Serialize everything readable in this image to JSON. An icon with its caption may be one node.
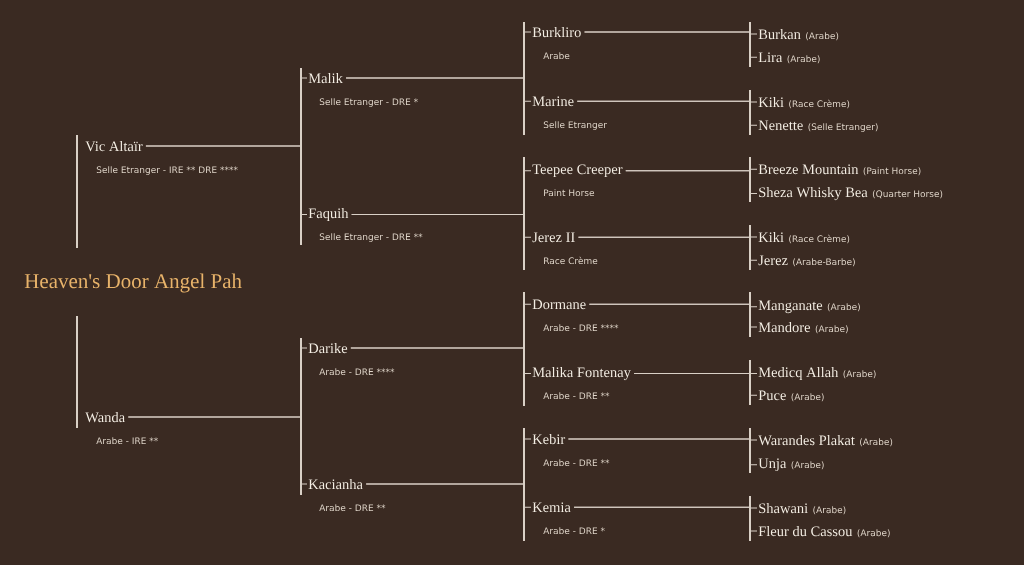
{
  "diagram": {
    "nodes": [
      {
        "text": [
          "Heaven's Door Angel Pah"
        ]
      },
      {
        "text": [
          "Vic Altaïr"
        ],
        "beside": [
          "Selle Etranger - IRE **  DRE ****"
        ]
      },
      {
        "text": [
          "Wanda"
        ],
        "beside": [
          "Arabe - IRE **"
        ]
      },
      {
        "text": [
          "Malik"
        ],
        "beside": [
          "Selle Etranger - DRE *"
        ]
      },
      {
        "text": [
          "Faquih"
        ],
        "beside": [
          "Selle Etranger - DRE **"
        ]
      },
      {
        "text": [
          "Darike"
        ],
        "beside": [
          "Arabe - DRE ****"
        ]
      },
      {
        "text": [
          "Kacianha"
        ],
        "beside": [
          "Arabe - DRE **"
        ]
      },
      {
        "text": [
          "Burkliro"
        ],
        "beside": [
          "Arabe"
        ]
      },
      {
        "text": [
          "Marine"
        ],
        "beside": [
          "Selle Etranger"
        ]
      },
      {
        "text": [
          "Teepee Creeper"
        ],
        "beside": [
          "Paint Horse"
        ]
      },
      {
        "text": [
          "Jerez II"
        ],
        "beside": [
          "Race Crème"
        ]
      },
      {
        "text": [
          "Dormane"
        ],
        "beside": [
          "Arabe - DRE ****"
        ]
      },
      {
        "text": [
          "Malika Fontenay"
        ],
        "beside": [
          "Arabe - DRE **"
        ]
      },
      {
        "text": [
          "Kebir"
        ],
        "beside": [
          "Arabe - DRE **"
        ]
      },
      {
        "text": [
          "Kemia"
        ],
        "beside": [
          "Arabe - DRE *"
        ]
      },
      {
        "text": [
          "Burkan"
        ],
        "beside": [
          "(Arabe)"
        ]
      },
      {
        "text": [
          "Lira"
        ],
        "beside": [
          "(Arabe)"
        ]
      },
      {
        "text": [
          "Kiki"
        ],
        "beside": [
          "(Race Crème)"
        ]
      },
      {
        "text": [
          "Nenette"
        ],
        "beside": [
          "(Selle Etranger)"
        ]
      },
      {
        "text": [
          "Breeze Mountain"
        ],
        "beside": [
          "(Paint Horse)"
        ]
      },
      {
        "text": [
          "Sheza Whisky Bea"
        ],
        "beside": [
          "(Quarter Horse)"
        ]
      },
      {
        "text": [
          "Kiki"
        ],
        "beside": [
          "(Race Crème)"
        ]
      },
      {
        "text": [
          "Jerez"
        ],
        "beside": [
          "(Arabe-Barbe)"
        ]
      },
      {
        "text": [
          "Manganate"
        ],
        "beside": [
          "(Arabe)"
        ]
      },
      {
        "text": [
          "Mandore"
        ],
        "beside": [
          "(Arabe)"
        ]
      },
      {
        "text": [
          "Medicq Allah"
        ],
        "beside": [
          "(Arabe)"
        ]
      },
      {
        "text": [
          "Puce"
        ],
        "beside": [
          "(Arabe)"
        ]
      },
      {
        "text": [
          "Warandes Plakat"
        ],
        "beside": [
          "(Arabe)"
        ]
      },
      {
        "text": [
          "Unja"
        ],
        "beside": [
          "(Arabe)"
        ]
      },
      {
        "text": [
          "Shawani"
        ],
        "beside": [
          "(Arabe)"
        ]
      },
      {
        "text": [
          "Fleur du Cassou"
        ],
        "beside": [
          "(Arabe)"
        ]
      }
    ],
    "edges": [
      {
        "from": 1,
        "to": 3,
        "arrow": "none"
      },
      {
        "from": 1,
        "to": 4,
        "arrow": "none"
      },
      {
        "from": 2,
        "to": 5,
        "arrow": "none"
      },
      {
        "from": 2,
        "to": 6,
        "arrow": "none"
      },
      {
        "from": 3,
        "to": 7,
        "arrow": "none"
      },
      {
        "from": 3,
        "to": 8,
        "arrow": "none"
      },
      {
        "from": 4,
        "to": 9,
        "arrow": "none"
      },
      {
        "from": 4,
        "to": 10,
        "arrow": "none"
      },
      {
        "from": 5,
        "to": 11,
        "arrow": "none"
      },
      {
        "from": 5,
        "to": 12,
        "arrow": "none"
      },
      {
        "from": 6,
        "to": 13,
        "arrow": "none"
      },
      {
        "from": 6,
        "to": 14,
        "arrow": "none"
      },
      {
        "from": 7,
        "to": 15,
        "arrow": "none"
      },
      {
        "from": 7,
        "to": 16,
        "arrow": "none"
      },
      {
        "from": 8,
        "to": 17,
        "arrow": "none"
      },
      {
        "from": 8,
        "to": 18,
        "arrow": "none"
      },
      {
        "from": 9,
        "to": 19,
        "arrow": "none"
      },
      {
        "from": 9,
        "to": 20,
        "arrow": "none"
      },
      {
        "from": 10,
        "to": 21,
        "arrow": "none"
      },
      {
        "from": 10,
        "to": 22,
        "arrow": "none"
      },
      {
        "from": 11,
        "to": 23,
        "arrow": "none"
      },
      {
        "from": 11,
        "to": 24,
        "arrow": "none"
      },
      {
        "from": 12,
        "to": 25,
        "arrow": "none"
      },
      {
        "from": 12,
        "to": 26,
        "arrow": "none"
      },
      {
        "from": 13,
        "to": 27,
        "arrow": "none"
      },
      {
        "from": 13,
        "to": 28,
        "arrow": "none"
      },
      {
        "from": 14,
        "to": 29,
        "arrow": "none"
      },
      {
        "from": 14,
        "to": 30,
        "arrow": "none"
      }
    ]
  }
}
